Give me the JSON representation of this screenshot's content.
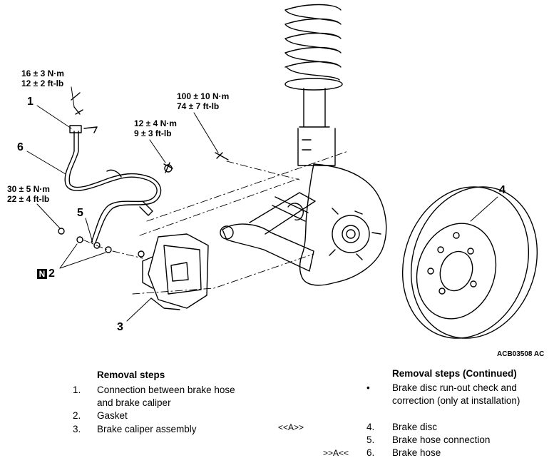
{
  "torque_specs": {
    "hose_union": [
      "16 ± 3 N·m",
      "12 ± 2 ft-lb"
    ],
    "bracket_bolt": [
      "12 ± 4 N·m",
      "9 ± 3 ft-lb"
    ],
    "eye_bolt": [
      "30 ± 5 N·m",
      "22 ± 4 ft-lb"
    ],
    "caliper_bolt": [
      "100 ± 10 N·m",
      "74 ± 7 ft-lb"
    ]
  },
  "callouts": {
    "c1": "1",
    "c2": "2",
    "c3": "3",
    "c4": "4",
    "c5": "5",
    "c6": "6",
    "n_badge": "N"
  },
  "figure_id": "ACB03508 AC",
  "removal_steps": {
    "heading": "Removal steps",
    "items": [
      {
        "num": "1.",
        "line1": "Connection between brake hose",
        "line2": "and brake caliper"
      },
      {
        "num": "2.",
        "line1": "Gasket"
      },
      {
        "num": "3.",
        "line1": "Brake caliper assembly"
      }
    ]
  },
  "removal_steps_continued": {
    "heading": "Removal steps (Continued)",
    "bullet": "•",
    "bullet_line1": "Brake disc run-out check and",
    "bullet_line2": "correction (only at installation)",
    "items": [
      {
        "num": "4.",
        "text": "Brake disc",
        "mark": "<<A>>"
      },
      {
        "num": "5.",
        "text": "Brake hose connection",
        "mark": ""
      },
      {
        "num": "6.",
        "text": "Brake hose",
        "mark": ">>A<<"
      }
    ]
  }
}
